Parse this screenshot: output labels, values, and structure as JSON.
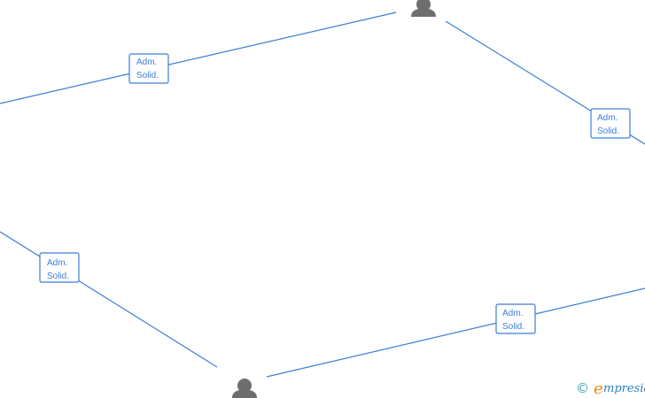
{
  "diagram": {
    "edges": [
      {
        "line1": "Adm.",
        "line2": "Solid."
      },
      {
        "line1": "Adm.",
        "line2": "Solid."
      },
      {
        "line1": "Adm.",
        "line2": "Solid."
      },
      {
        "line1": "Adm.",
        "line2": "Solid."
      }
    ],
    "nodes": [
      {
        "icon": "person-icon"
      },
      {
        "icon": "person-icon"
      }
    ]
  },
  "watermark": {
    "copyright_symbol": "©",
    "brand_initial": "e",
    "brand_rest": "mpresia"
  },
  "colors": {
    "edge": "#3a7fd5",
    "node": "#6e6e6e",
    "brand_initial": "#f08a1c",
    "brand_rest": "#2e7fbf"
  }
}
